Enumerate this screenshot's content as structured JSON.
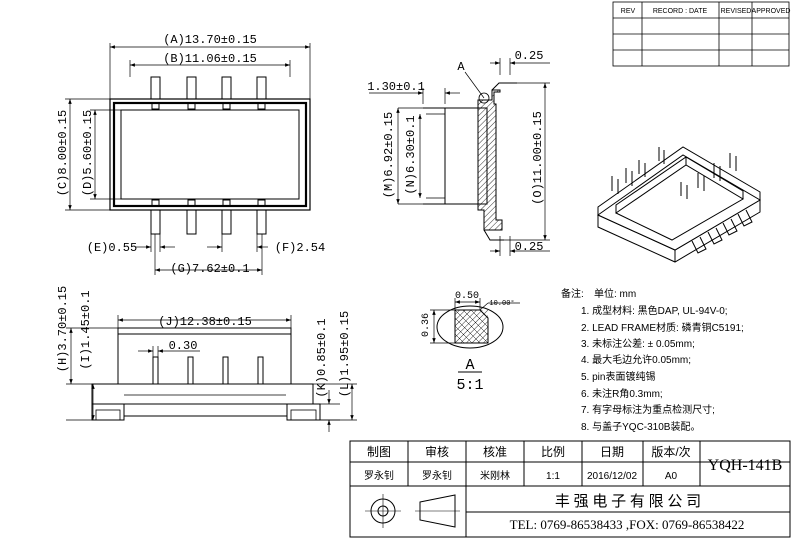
{
  "revision_table": {
    "headers": [
      "REV",
      "RECORD : DATE",
      "REVISED",
      "APPROVED"
    ]
  },
  "top_view": {
    "dim_a": "(A)13.70±0.15",
    "dim_b": "(B)11.06±0.15",
    "dim_c": "(C)8.00±0.15",
    "dim_d": "(D)5.60±0.15",
    "dim_e": "(E)0.55",
    "dim_f": "(F)2.54",
    "dim_g": "(G)7.62±0.1"
  },
  "section_view": {
    "callout_a": "A",
    "dim_top_thickness": "0.25",
    "dim_bottom_thickness": "0.25",
    "dim_130": "1.30±0.1",
    "dim_m": "(M)6.92±0.15",
    "dim_n": "(N)6.30±0.1",
    "dim_o": "(O)11.00±0.15"
  },
  "side_view": {
    "dim_h": "(H)3.70±0.15",
    "dim_i": "(I)1.45±0.1",
    "dim_j": "(J)12.38±0.15",
    "dim_pin": "0.30",
    "dim_k": "(K)0.85±0.1",
    "dim_l": "(L)1.95±0.15"
  },
  "detail_a": {
    "dim_width": "0.50",
    "dim_angle": "10.00°",
    "dim_height": "0.36",
    "label": "A",
    "scale": "5:1"
  },
  "notes": {
    "title": "备注:",
    "unit": "单位: mm",
    "items": [
      "1. 成型材料: 黑色DAP, UL-94V-0;",
      "2. LEAD  FRAME材质: 磷青铜C5191;",
      "3. 未标注公差: ± 0.05mm;",
      "4. 最大毛边允许0.05mm;",
      "5. pin表面镀纯锡",
      "6. 未注R角0.3mm;",
      "7. 有字母标注为重点检测尺寸;",
      "8. 与盖子YQC-310B装配。"
    ]
  },
  "title_block": {
    "headers": [
      "制图",
      "审核",
      "核准",
      "比例",
      "日期",
      "版本/次"
    ],
    "values": [
      "罗永钊",
      "罗永钊",
      "米刚林",
      "1:1",
      "2016/12/02",
      "A0"
    ],
    "part_number": "YQH-141B",
    "company": "丰 强 电 子 有 限 公 司",
    "contact": "TEL: 0769-86538433 ,FOX: 0769-86538422"
  }
}
